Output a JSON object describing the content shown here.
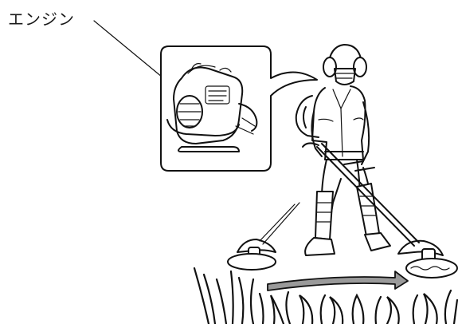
{
  "callout": {
    "label": "エンジン"
  },
  "colors": {
    "line": "#111111",
    "accent_grey": "#9a9a9a",
    "background": "#ffffff"
  },
  "icons": [
    "engine-detail-illustration",
    "operator-figure",
    "brush-cutter",
    "motion-arrow"
  ]
}
